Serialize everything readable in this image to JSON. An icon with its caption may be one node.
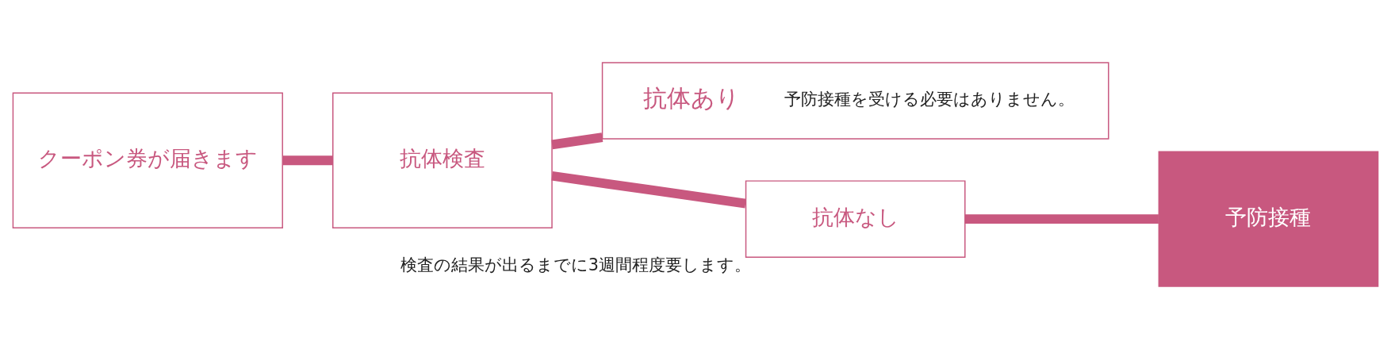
{
  "diagram": {
    "nodes": [
      {
        "text": [
          "クーポン券が届きます"
        ]
      },
      {
        "text": [
          "抗体検査"
        ]
      },
      {
        "text": [
          "抗体あり",
          "予防接種を受ける必要はありません。"
        ]
      },
      {
        "text": [
          "抗体なし"
        ],
        "beside": [
          "検査の結果が出るまでに3週間程度要します。"
        ]
      },
      {
        "text": [
          "予防接種"
        ]
      }
    ],
    "edges": [
      {
        "from": 0,
        "to": 1,
        "arrow": "none"
      },
      {
        "from": 1,
        "to": 2,
        "arrow": "none"
      },
      {
        "from": 1,
        "to": 3,
        "arrow": "none"
      },
      {
        "from": 3,
        "to": 4,
        "arrow": "none"
      }
    ]
  }
}
